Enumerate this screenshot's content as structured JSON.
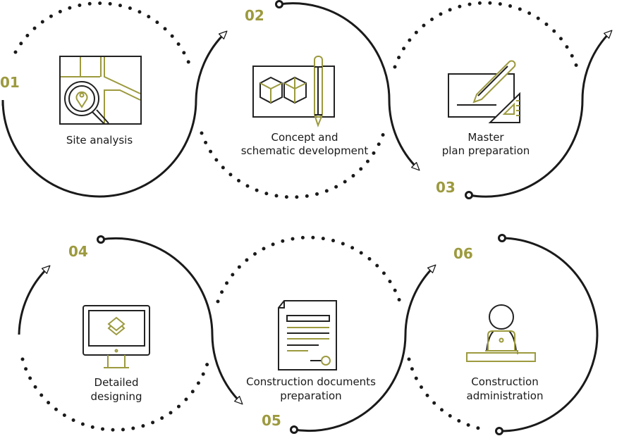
{
  "colors": {
    "accent": "#9c9a3e",
    "line": "#1a1a1a"
  },
  "steps": [
    {
      "number": "01",
      "label_lines": [
        "Site analysis"
      ],
      "icon": "map-magnifier-icon"
    },
    {
      "number": "02",
      "label_lines": [
        "Concept and",
        "schematic development"
      ],
      "icon": "cubes-pencil-icon"
    },
    {
      "number": "03",
      "label_lines": [
        "Master",
        "plan preparation"
      ],
      "icon": "board-pencil-setsquare-icon"
    },
    {
      "number": "04",
      "label_lines": [
        "Detailed",
        "designing"
      ],
      "icon": "monitor-layers-icon"
    },
    {
      "number": "05",
      "label_lines": [
        "Construction documents",
        "preparation"
      ],
      "icon": "document-seal-icon"
    },
    {
      "number": "06",
      "label_lines": [
        "Construction",
        "administration"
      ],
      "icon": "person-laptop-icon"
    }
  ]
}
